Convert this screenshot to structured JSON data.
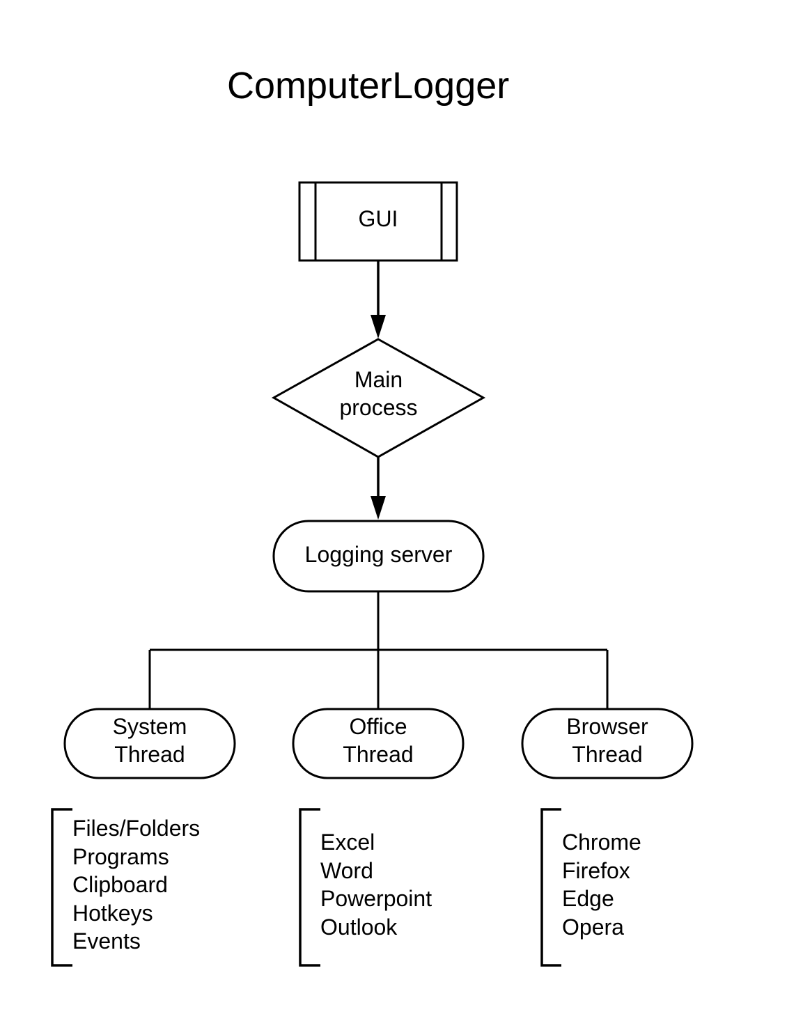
{
  "title": "ComputerLogger",
  "nodes": {
    "gui": "GUI",
    "main_process": [
      "Main",
      "process"
    ],
    "logging_server": "Logging server",
    "system_thread": [
      "System",
      "Thread"
    ],
    "office_thread": [
      "Office",
      "Thread"
    ],
    "browser_thread": [
      "Browser",
      "Thread"
    ]
  },
  "lists": {
    "system": [
      "Files/Folders",
      "Programs",
      "Clipboard",
      "Hotkeys",
      "Events"
    ],
    "office": [
      "Excel",
      "Word",
      "Powerpoint",
      "Outlook"
    ],
    "browser": [
      "Chrome",
      "Firefox",
      "Edge",
      "Opera"
    ]
  }
}
